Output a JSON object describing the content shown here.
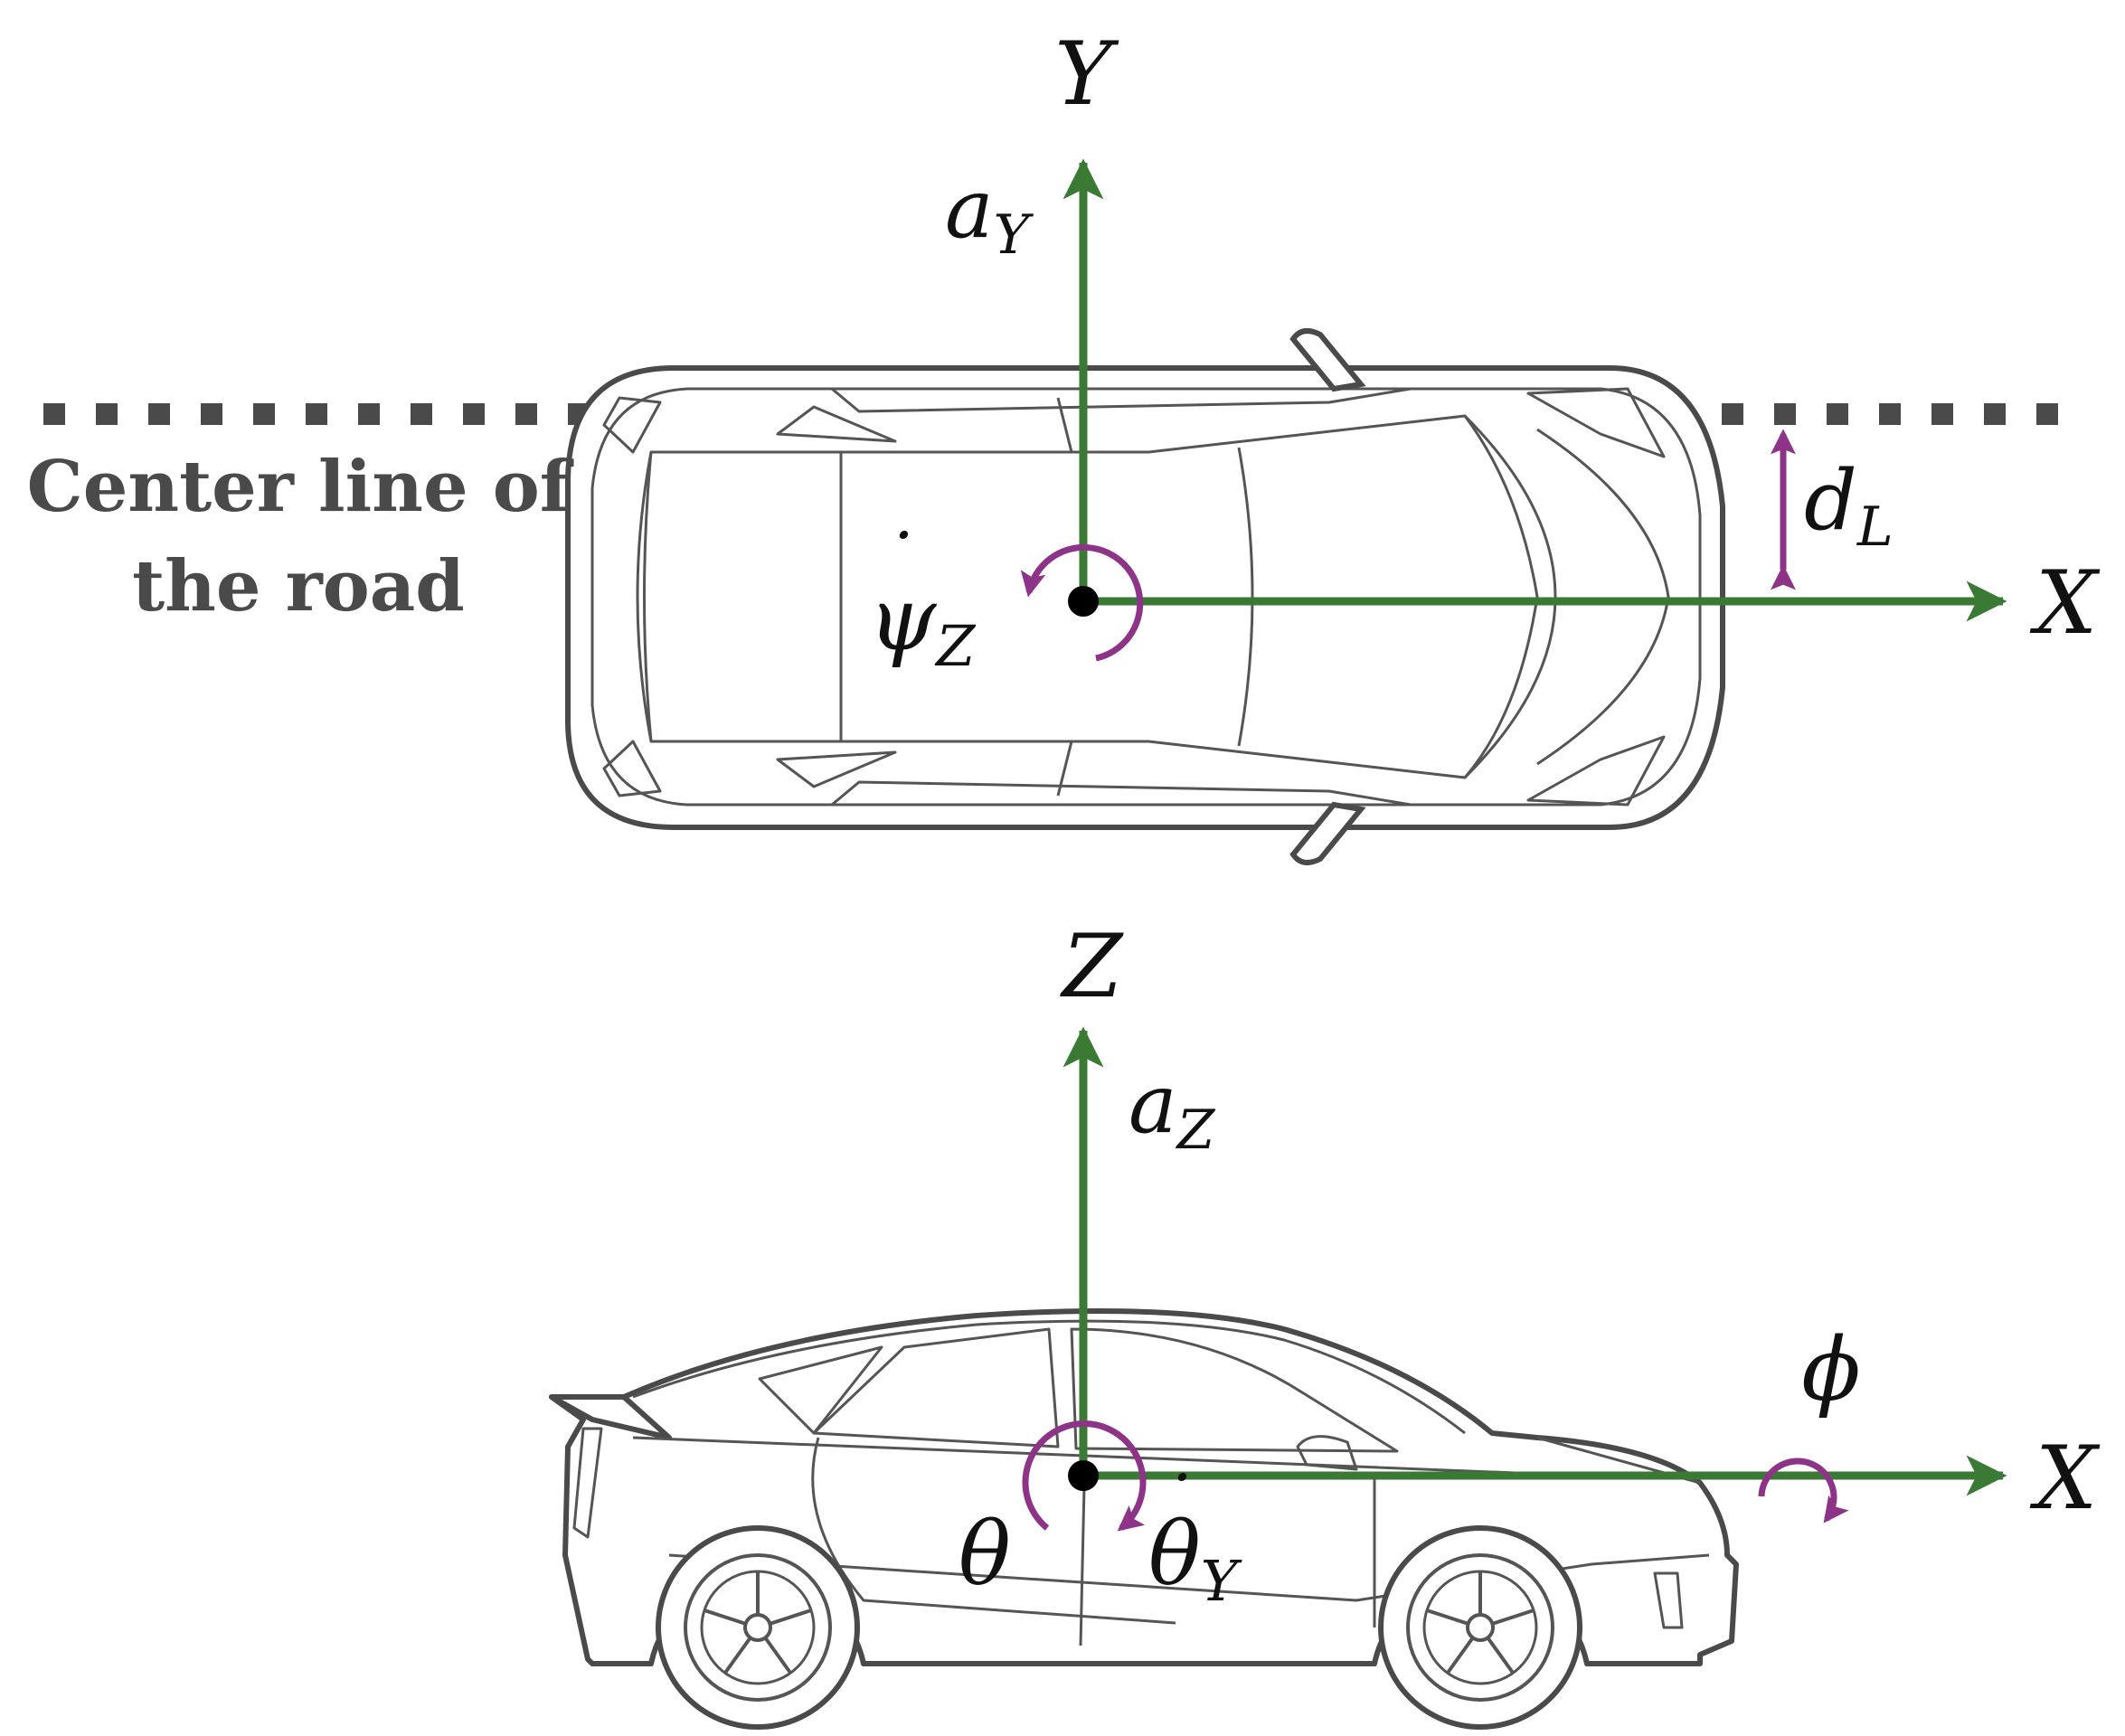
{
  "colors": {
    "axis": "#3a7a35",
    "rotation": "#8e3488",
    "car": "#4a4a4a",
    "road_line": "#4a4a4a",
    "text": "#111111"
  },
  "top_view": {
    "road_label_line1": "Center line of",
    "road_label_line2": "the road",
    "y_axis": "Y",
    "x_axis": "X",
    "accel_y": {
      "base": "a",
      "sub": "Y"
    },
    "yaw_rate": {
      "base": "ψ",
      "dot": "˙",
      "sub": "Z"
    },
    "lateral_offset": {
      "base": "d",
      "sub": "L"
    }
  },
  "side_view": {
    "z_axis": "Z",
    "x_axis": "X",
    "accel_z": {
      "base": "a",
      "sub": "Z"
    },
    "pitch": "θ",
    "pitch_rate": {
      "base": "θ",
      "dot": "˙",
      "sub": "Y"
    },
    "roll": "ϕ"
  }
}
